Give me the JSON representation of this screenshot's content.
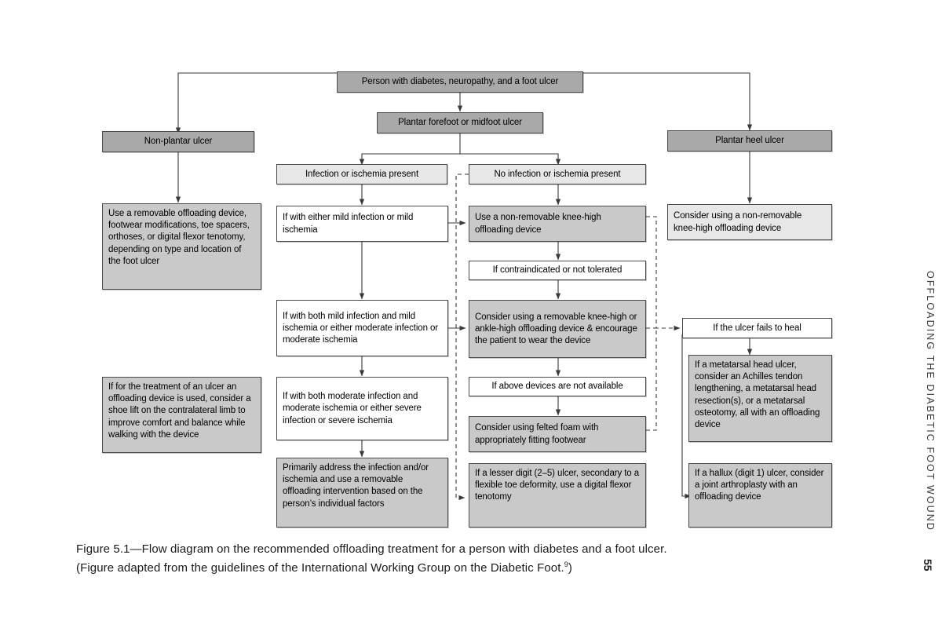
{
  "page": {
    "running_head": "OFFLOADING THE DIABETIC FOOT WOUND",
    "folio": "55"
  },
  "caption": {
    "line1": "Figure 5.1—Flow diagram on the recommended offloading treatment for a person with diabetes and a foot ulcer.",
    "line2_a": "(Figure adapted from the guidelines of the International Working Group on the Diabetic Foot.",
    "line2_sup": "9",
    "line2_b": ")"
  },
  "chart_data": {
    "type": "diagram",
    "title": "Flow diagram on the recommended offloading treatment for a person with diabetes and a foot ulcer",
    "node_styles": {
      "dark": "#a9a9a9",
      "mid": "#c9c9c9",
      "light": "#e7e7e7",
      "white": "#ffffff",
      "border": "#4a4a4a"
    },
    "nodes": [
      {
        "id": "root",
        "label": "Person with diabetes, neuropathy, and a foot ulcer"
      },
      {
        "id": "nonplantar",
        "label": "Non-plantar ulcer"
      },
      {
        "id": "plantar_fore",
        "label": "Plantar forefoot or midfoot ulcer"
      },
      {
        "id": "plantar_heel",
        "label": "Plantar heel ulcer"
      },
      {
        "id": "infection_yes",
        "label": "Infection or ischemia present"
      },
      {
        "id": "infection_no",
        "label": "No infection or ischemia present"
      },
      {
        "id": "np_treat",
        "label": "Use a removable offloading device, footwear modifications, toe spacers, orthoses, or digital flexor tenotomy, depending on type and location of the foot ulcer"
      },
      {
        "id": "np_shoelift",
        "label": "If for the treatment of an ulcer an offloading device is used, consider a shoe lift on the contralateral limb to improve comfort and balance while walking with the device"
      },
      {
        "id": "mild",
        "label": "If with either mild infection or mild ischemia"
      },
      {
        "id": "moderate",
        "label": "If with both mild infection and mild ischemia or either moderate infection or moderate ischemia"
      },
      {
        "id": "severe",
        "label": "If with both moderate infection and moderate ischemia or either severe infection or severe ischemia"
      },
      {
        "id": "primary_address",
        "label": "Primarily address the infection and/or ischemia and use a removable offloading intervention based on the person’s individual factors"
      },
      {
        "id": "nonremovable",
        "label": "Use a non-removable knee-high offloading device"
      },
      {
        "id": "contraindicated",
        "label": "If contraindicated or not tolerated"
      },
      {
        "id": "removable",
        "label": "Consider using a removable knee-high or ankle-high offloading device & encourage the patient to wear the device"
      },
      {
        "id": "not_available",
        "label": "If above devices are not available"
      },
      {
        "id": "felted_foam",
        "label": "Consider using felted foam with appropriately fitting footwear"
      },
      {
        "id": "lesser_digit",
        "label": "If a lesser digit (2–5) ulcer, secondary to a flexible toe deformity, use a digital flexor tenotomy"
      },
      {
        "id": "heel_treat",
        "label": "Consider using a non-removable knee-high offloading device"
      },
      {
        "id": "fails_to_heal",
        "label": "If the ulcer fails to heal"
      },
      {
        "id": "metatarsal",
        "label": "If a metatarsal head ulcer, consider an Achilles tendon lengthening, a metatarsal head resection(s), or a metatarsal osteotomy, all with an offloading device"
      },
      {
        "id": "hallux",
        "label": "If a hallux (digit 1) ulcer, consider a joint arthroplasty with an offloading device"
      }
    ],
    "edges": [
      {
        "from": "root",
        "to": "nonplantar",
        "style": "solid"
      },
      {
        "from": "root",
        "to": "plantar_fore",
        "style": "solid"
      },
      {
        "from": "root",
        "to": "plantar_heel",
        "style": "solid"
      },
      {
        "from": "nonplantar",
        "to": "np_treat",
        "style": "solid"
      },
      {
        "from": "plantar_fore",
        "to": "infection_yes",
        "style": "solid"
      },
      {
        "from": "plantar_fore",
        "to": "infection_no",
        "style": "solid"
      },
      {
        "from": "infection_yes",
        "to": "mild",
        "style": "solid"
      },
      {
        "from": "mild",
        "to": "moderate",
        "style": "solid"
      },
      {
        "from": "mild",
        "to": "nonremovable",
        "style": "solid"
      },
      {
        "from": "moderate",
        "to": "severe",
        "style": "solid"
      },
      {
        "from": "moderate",
        "to": "removable",
        "style": "solid"
      },
      {
        "from": "severe",
        "to": "primary_address",
        "style": "solid"
      },
      {
        "from": "infection_no",
        "to": "nonremovable",
        "style": "solid"
      },
      {
        "from": "nonremovable",
        "to": "contraindicated",
        "style": "solid"
      },
      {
        "from": "contraindicated",
        "to": "removable",
        "style": "solid"
      },
      {
        "from": "removable",
        "to": "not_available",
        "style": "solid"
      },
      {
        "from": "not_available",
        "to": "felted_foam",
        "style": "solid"
      },
      {
        "from": "infection_no",
        "to": "lesser_digit",
        "style": "dashed"
      },
      {
        "from": "plantar_heel",
        "to": "heel_treat",
        "style": "solid"
      },
      {
        "from": "nonremovable",
        "to": "fails_to_heal",
        "style": "dashed"
      },
      {
        "from": "removable",
        "to": "fails_to_heal",
        "style": "dashed"
      },
      {
        "from": "felted_foam",
        "to": "fails_to_heal",
        "style": "dashed"
      },
      {
        "from": "fails_to_heal",
        "to": "metatarsal",
        "style": "solid"
      },
      {
        "from": "fails_to_heal",
        "to": "hallux",
        "style": "solid"
      }
    ]
  },
  "nodes": {
    "root": "Person with diabetes, neuropathy, and a foot ulcer",
    "nonplantar": "Non-plantar ulcer",
    "plantar_fore": "Plantar forefoot or midfoot ulcer",
    "plantar_heel": "Plantar heel ulcer",
    "infection_yes": "Infection or ischemia present",
    "infection_no": "No infection or ischemia present",
    "np_treat": "Use a removable offloading device, footwear modifications, toe spacers, orthoses, or digital flexor tenotomy, depending on type and location of the foot ulcer",
    "np_shoelift": "If for the treatment of an ulcer an offloading device is used, consider a shoe lift on the contralateral limb to improve comfort and balance while walking with the device",
    "mild": "If with either mild infection or mild ischemia",
    "moderate": "If with both mild infection and mild ischemia or either moderate infection or moderate ischemia",
    "severe": "If with both moderate infection and moderate ischemia or either severe infection or severe ischemia",
    "primary_address": "Primarily address the infection and/or ischemia and use a removable offloading intervention based on the person’s individual factors",
    "nonremovable": "Use a non-removable knee-high offloading device",
    "contraindicated": "If contraindicated or not tolerated",
    "removable": "Consider using a removable knee-high or ankle-high offloading device & encourage the patient to wear the device",
    "not_available": "If above devices are not available",
    "felted_foam": "Consider using felted foam with appropriately fitting footwear",
    "lesser_digit": "If a lesser digit (2–5) ulcer, secondary to a flexible toe deformity, use a digital flexor tenotomy",
    "heel_treat": "Consider using a non-removable knee-high offloading device",
    "fails_to_heal": "If the ulcer fails to heal",
    "metatarsal": "If a metatarsal head ulcer, consider an Achilles tendon lengthening, a metatarsal head resection(s), or a metatarsal osteotomy, all with an offloading device",
    "hallux": "If a hallux (digit 1) ulcer, consider a joint arthroplasty with an offloading device"
  }
}
